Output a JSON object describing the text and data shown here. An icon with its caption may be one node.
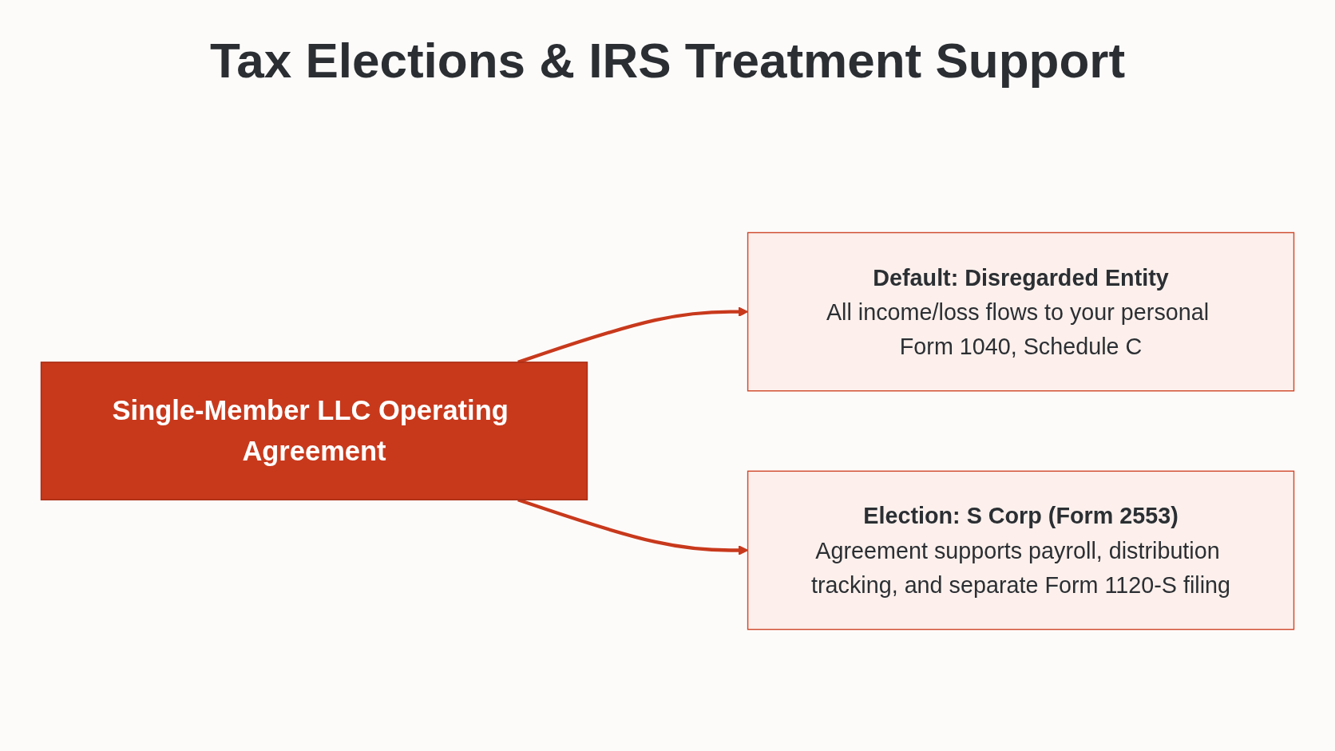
{
  "diagram": {
    "title": "Tax Elections & IRS Treatment Support",
    "nodes": [
      {
        "text": [
          "Single-Member LLC Operating Agreement"
        ]
      },
      {
        "text": [
          "Default: Disregarded Entity",
          "All income/loss flows to your personal Form 1040, Schedule C"
        ]
      },
      {
        "text": [
          "Election: S Corp (Form 2553)",
          "Agreement supports payroll, distribution tracking, and separate Form 1120-S filing"
        ]
      }
    ],
    "edges": [
      {
        "from": 0,
        "to": 1,
        "arrow": "to"
      },
      {
        "from": 0,
        "to": 2,
        "arrow": "to"
      }
    ]
  }
}
